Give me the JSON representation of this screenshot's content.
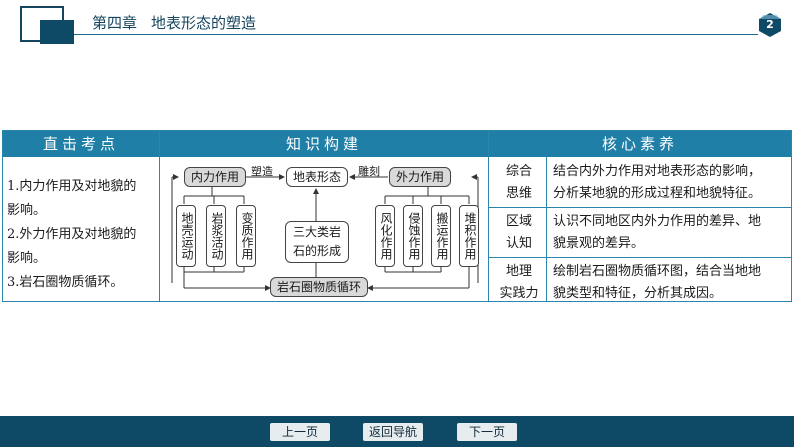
{
  "header": {
    "chapter": "第四章",
    "title": "地表形态的塑造",
    "page_number": "2"
  },
  "table": {
    "headers": [
      "直击考点",
      "知识构建",
      "核心素养"
    ],
    "points": [
      "1.内力作用及对地貌的",
      "影响。",
      "2.外力作用及对地貌的",
      "影响。",
      "3.岩石圈物质循环。"
    ],
    "literacy": [
      {
        "label_lines": [
          "综合",
          "思维"
        ],
        "text_lines": [
          "结合内外力作用对地表形态的影响，",
          "分析某地貌的形成过程和地貌特征。"
        ]
      },
      {
        "label_lines": [
          "区域",
          "认知"
        ],
        "text_lines": [
          "认识不同地区内外力作用的差异、地",
          "貌景观的差异。"
        ]
      },
      {
        "label_lines": [
          "地理",
          "实践力"
        ],
        "text_lines": [
          "绘制岩石圈物质循环图，结合当地地",
          "貌类型和特征，分析其成因。"
        ]
      }
    ]
  },
  "diagram": {
    "internal": "内力作用",
    "surface": "地表形态",
    "external": "外力作用",
    "shape_label": "塑造",
    "carve_label": "雕刻",
    "internal_items": [
      "地壳运动",
      "岩浆活动",
      "变质作用"
    ],
    "rocks": [
      "三大类岩",
      "石的形成"
    ],
    "external_items": [
      "风化作用",
      "侵蚀作用",
      "搬运作用",
      "堆积作用"
    ],
    "cycle": "岩石圈物质循环"
  },
  "footer": {
    "prev": "上一页",
    "nav": "返回导航",
    "next": "下一页"
  },
  "colors": {
    "header_fill": "#1f7fa6",
    "footer_bar": "#0e4a66",
    "border": "#2b86ad"
  }
}
